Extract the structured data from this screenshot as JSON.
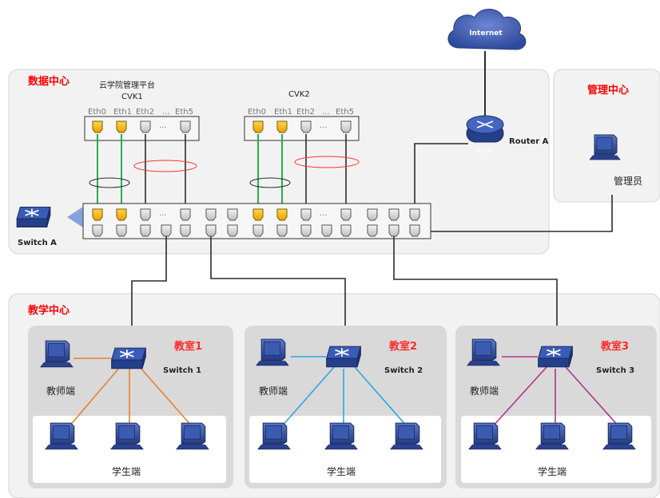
{
  "internet": {
    "label": "Internet"
  },
  "data_center": {
    "title": "数据中心",
    "platform_label": "云学院管理平台",
    "cvk1": {
      "label": "CVK1",
      "ports": [
        "Eth0",
        "Eth1",
        "Eth2",
        "...",
        "Eth5"
      ]
    },
    "cvk2": {
      "label": "CVK2",
      "ports": [
        "Eth0",
        "Eth1",
        "Eth2",
        "...",
        "Eth5"
      ]
    },
    "router_label": "Router A",
    "router_badge": "ROUTER",
    "switch_label": "Switch A",
    "switch_dots": "..."
  },
  "management": {
    "title": "管理中心",
    "admin_label": "管理员"
  },
  "teaching": {
    "title": "教学中心",
    "rooms": [
      {
        "title": "教室1",
        "switch_label": "Switch 1",
        "teacher_label": "教师端",
        "students_label": "学生端",
        "link_color": "#e8802a"
      },
      {
        "title": "教室2",
        "switch_label": "Switch 2",
        "teacher_label": "教师端",
        "students_label": "学生端",
        "link_color": "#2aa8e0"
      },
      {
        "title": "教室3",
        "switch_label": "Switch 3",
        "teacher_label": "教师端",
        "students_label": "学生端",
        "link_color": "#b0338c"
      }
    ]
  },
  "colors": {
    "zone_bg": "#f2f2f2",
    "zone_border": "#d4d4d4",
    "room_bg": "#d9d9d9",
    "port_active": "#f5b800",
    "green_link": "#22b14c",
    "red_ellipse": "#ff3333",
    "device_blue": "#2f4b9c"
  }
}
